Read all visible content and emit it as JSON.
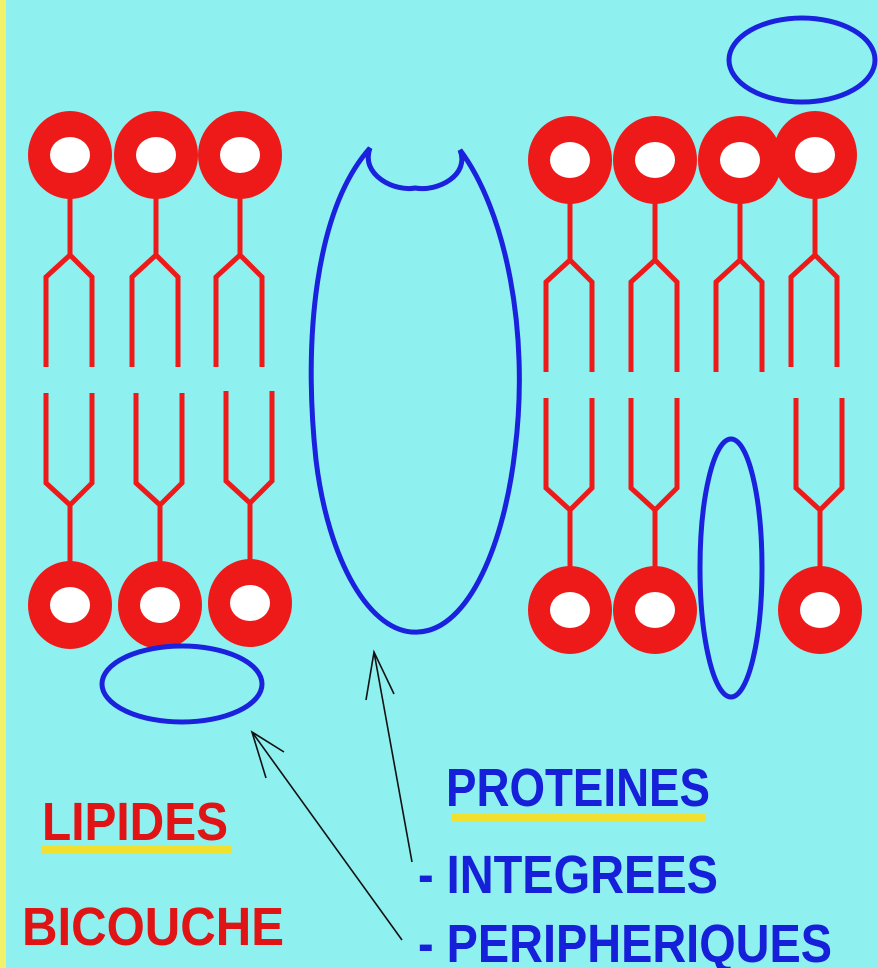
{
  "labels": {
    "lipids": "LIPIDES",
    "bilayer": "BICOUCHE",
    "proteins": "PROTEINES",
    "integral": "- INTEGREES",
    "peripheral": "- PERIPHERIQUES"
  },
  "colors": {
    "background": "#8ff0f0",
    "page_edge": "#f2f26a",
    "lipid": "#ee1a1a",
    "lipid_center": "#ffffff",
    "protein_outline": "#1a22dd",
    "lipid_label": "#e01414",
    "protein_label": "#1620d8",
    "underline": "#f0e030",
    "arrow": "#111111"
  },
  "diagram": {
    "lipid_count_top": 7,
    "lipid_count_bottom": 6
  }
}
